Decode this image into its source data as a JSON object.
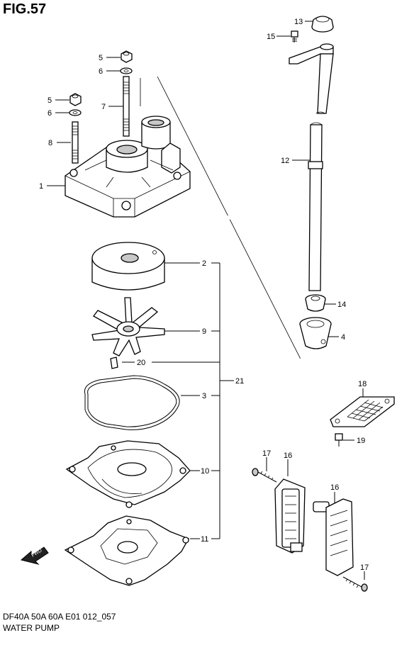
{
  "figure": {
    "title": "FIG.57",
    "caption_line1": "DF40A 50A 60A E01 012_057",
    "caption_line2": "WATER PUMP",
    "fwd_label": "FWD"
  },
  "callouts": [
    "13",
    "15",
    "5",
    "6",
    "5",
    "6",
    "7",
    "8",
    "1",
    "12",
    "2",
    "9",
    "20",
    "21",
    "3",
    "14",
    "4",
    "18",
    "19",
    "10",
    "17",
    "16",
    "16",
    "11",
    "17"
  ]
}
